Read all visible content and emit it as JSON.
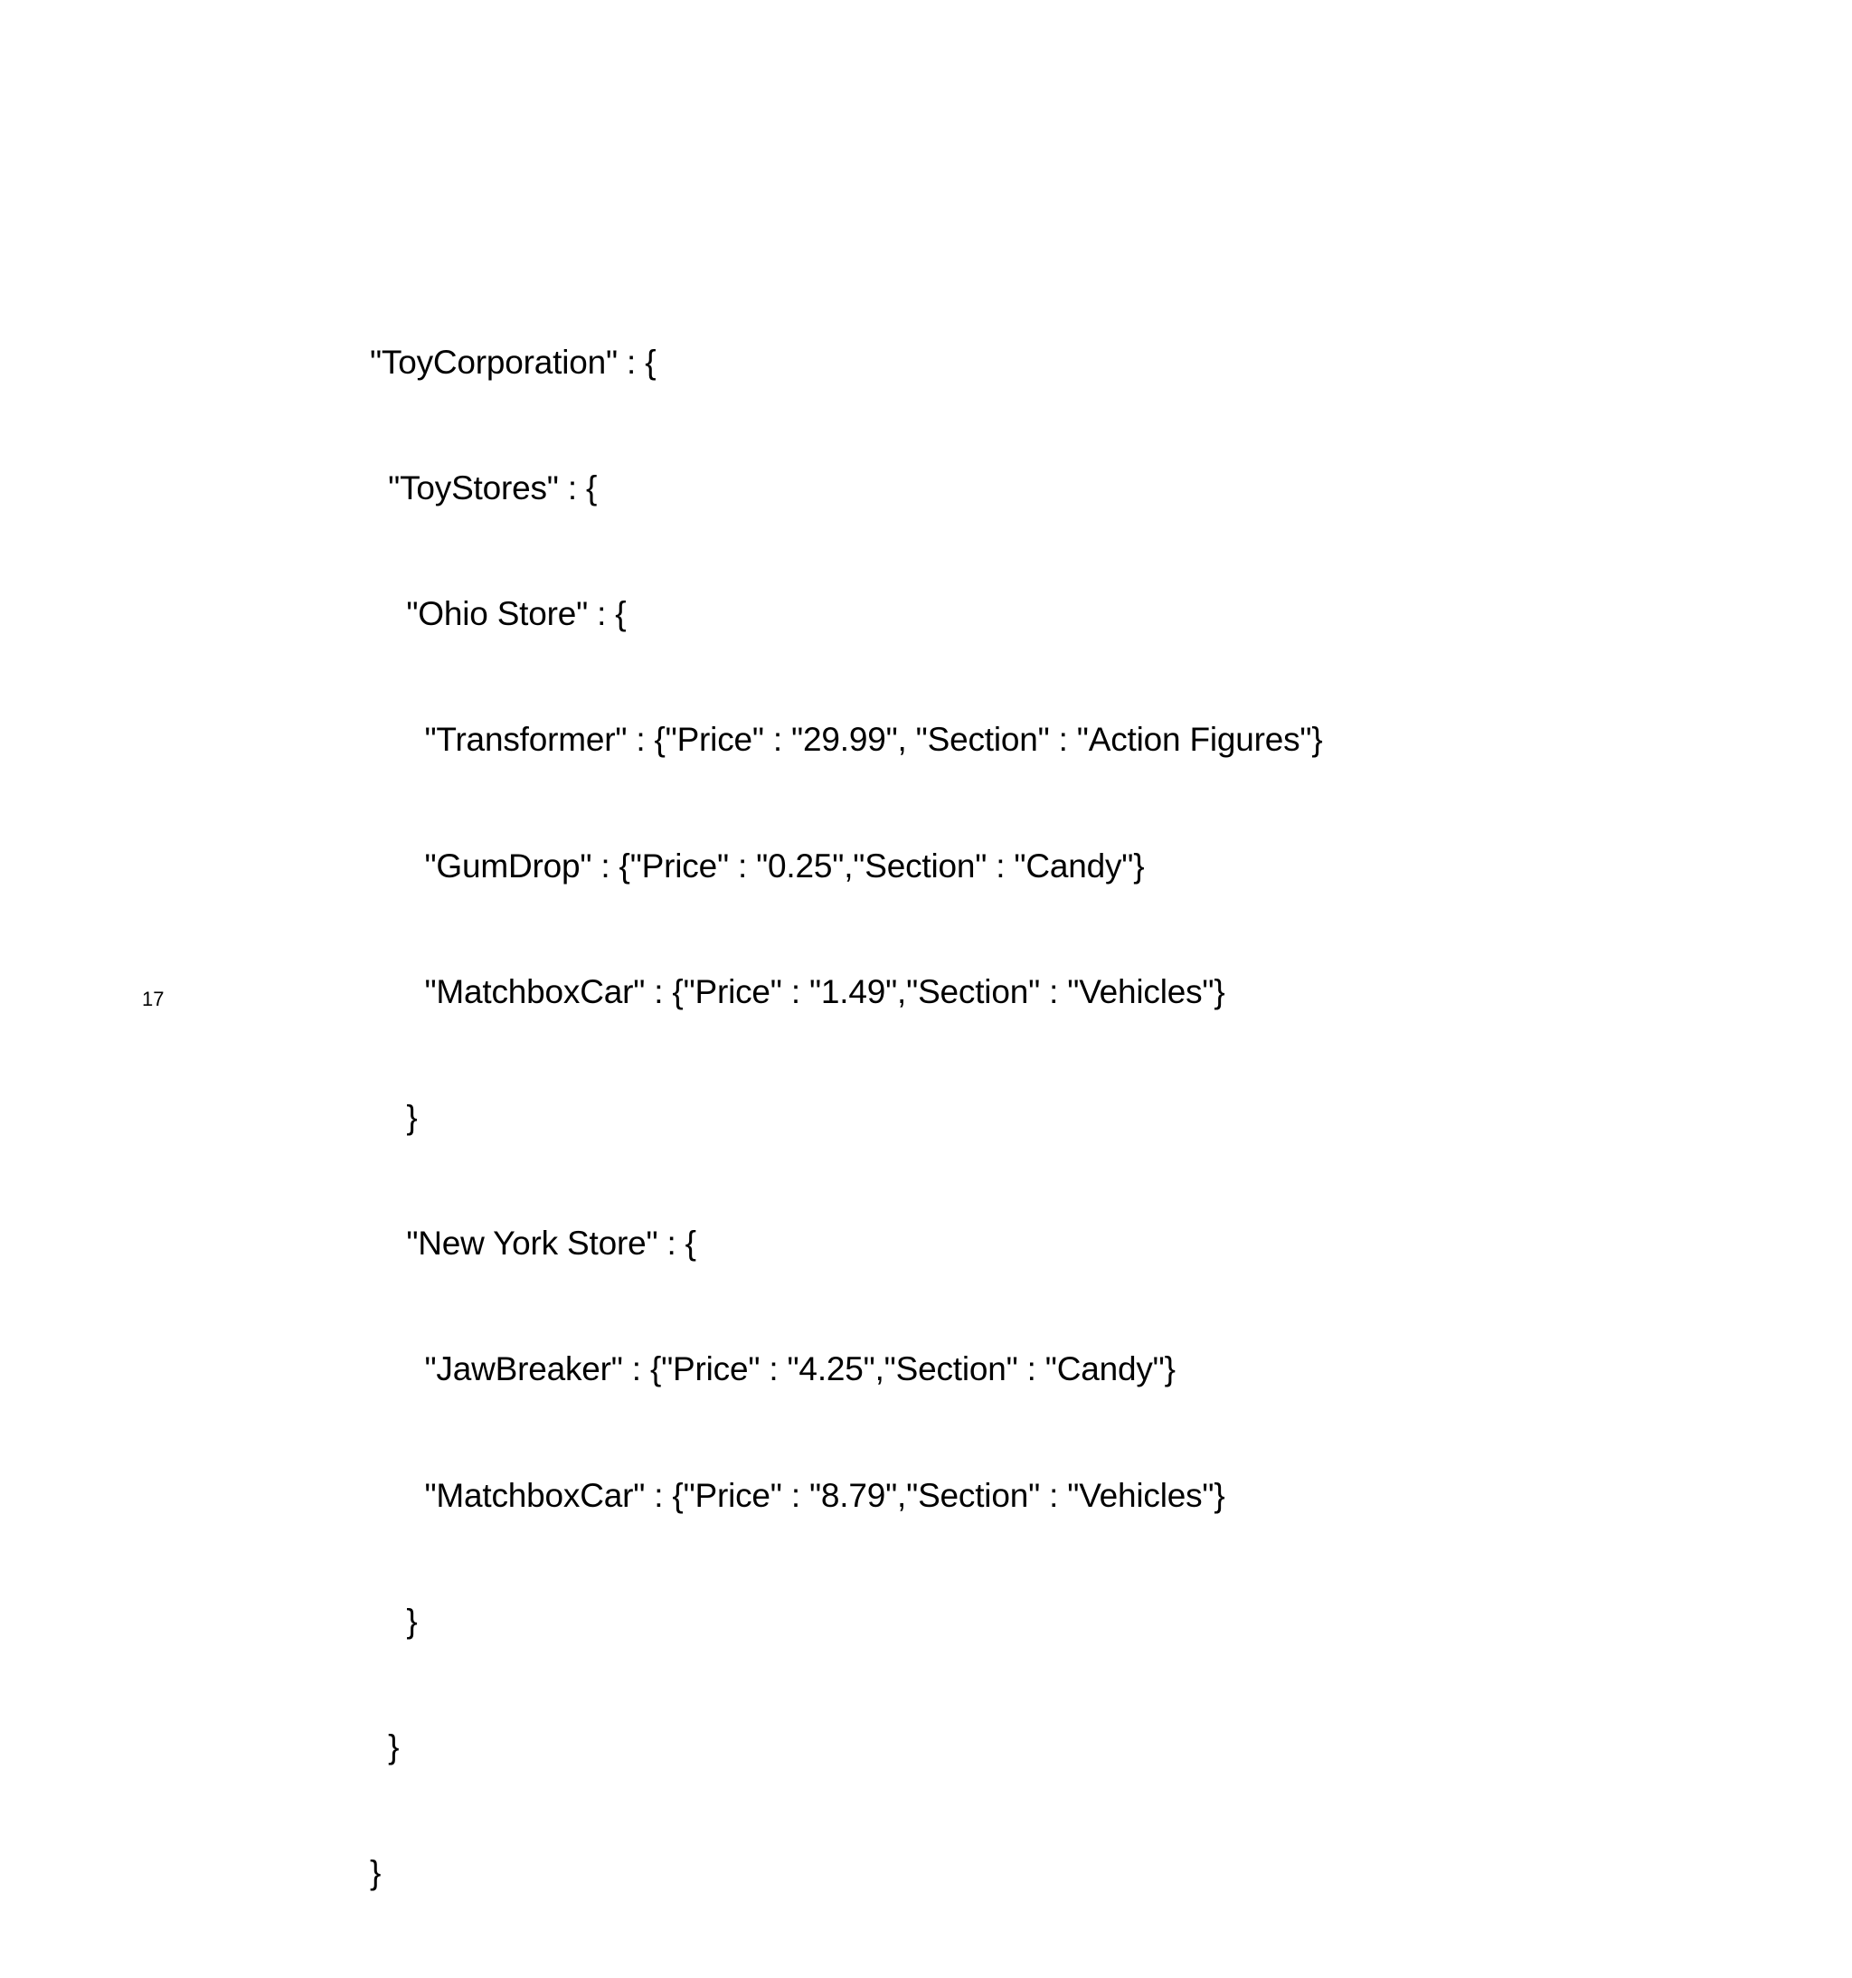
{
  "slide": {
    "code_lines": [
      "\"ToyCorporation\" : {",
      "  \"ToyStores\" : {",
      "    \"Ohio Store\" : {",
      "      \"Transformer\" : {\"Price\" : \"29.99\", \"Section\" : \"Action Figures\"}",
      "      \"GumDrop\" : {\"Price\" : \"0.25\",\"Section\" : \"Candy\"}",
      "      \"MatchboxCar\" : {\"Price\" : \"1.49\",\"Section\" : \"Vehicles\"}",
      "    }",
      "    \"New York Store\" : {",
      "      \"JawBreaker\" : {\"Price\" : \"4.25\",\"Section\" : \"Candy\"}",
      "      \"MatchboxCar\" : {\"Price\" : \"8.79\",\"Section\" : \"Vehicles\"}",
      "    }",
      "  }",
      "}"
    ],
    "page_number": "17"
  }
}
